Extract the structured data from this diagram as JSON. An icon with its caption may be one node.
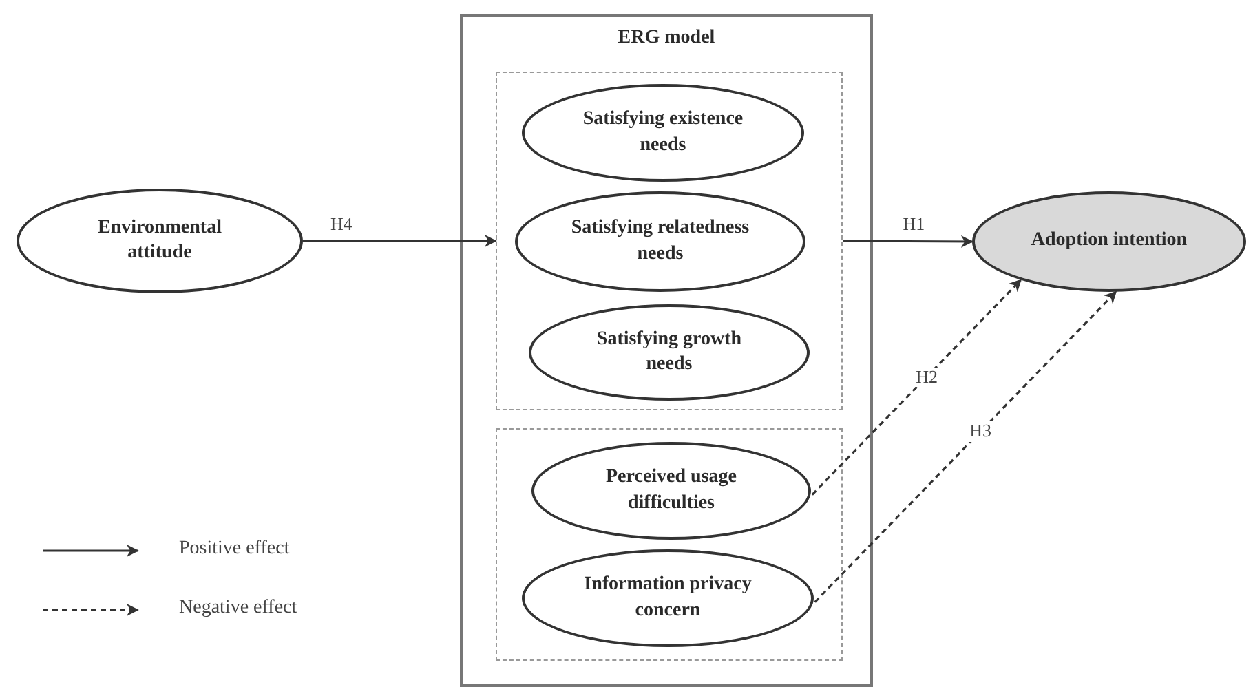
{
  "diagram": {
    "nodes": [
      {
        "text": [
          "Environmental attitude"
        ]
      },
      {
        "text": [
          "ERG model"
        ]
      },
      {
        "text": [],
        "shape": "box",
        "in": 1
      },
      {
        "text": [
          "Satisfying existence needs"
        ],
        "in": 2
      },
      {
        "text": [
          "Satisfying relatedness needs"
        ],
        "in": 2
      },
      {
        "text": [
          "Satisfying growth needs"
        ],
        "in": 2
      },
      {
        "text": [],
        "shape": "box",
        "in": 1
      },
      {
        "text": [
          "Perceived usage difficulties"
        ],
        "in": 6
      },
      {
        "text": [
          "Information privacy concern"
        ],
        "in": 6
      },
      {
        "text": [
          "Adoption intention"
        ]
      }
    ],
    "edges": [
      {
        "from": 0,
        "to": 2,
        "arrow": "to",
        "label": "H4"
      },
      {
        "from": 2,
        "to": 9,
        "arrow": "to",
        "label": "H1"
      },
      {
        "from": 7,
        "to": 9,
        "arrow": "to",
        "label": "H2",
        "style": "dashed"
      },
      {
        "from": 8,
        "to": 9,
        "arrow": "to",
        "label": "H3",
        "style": "dashed"
      }
    ],
    "legend": [
      {
        "text": "Positive effect"
      },
      {
        "text": "Negative effect"
      }
    ]
  }
}
